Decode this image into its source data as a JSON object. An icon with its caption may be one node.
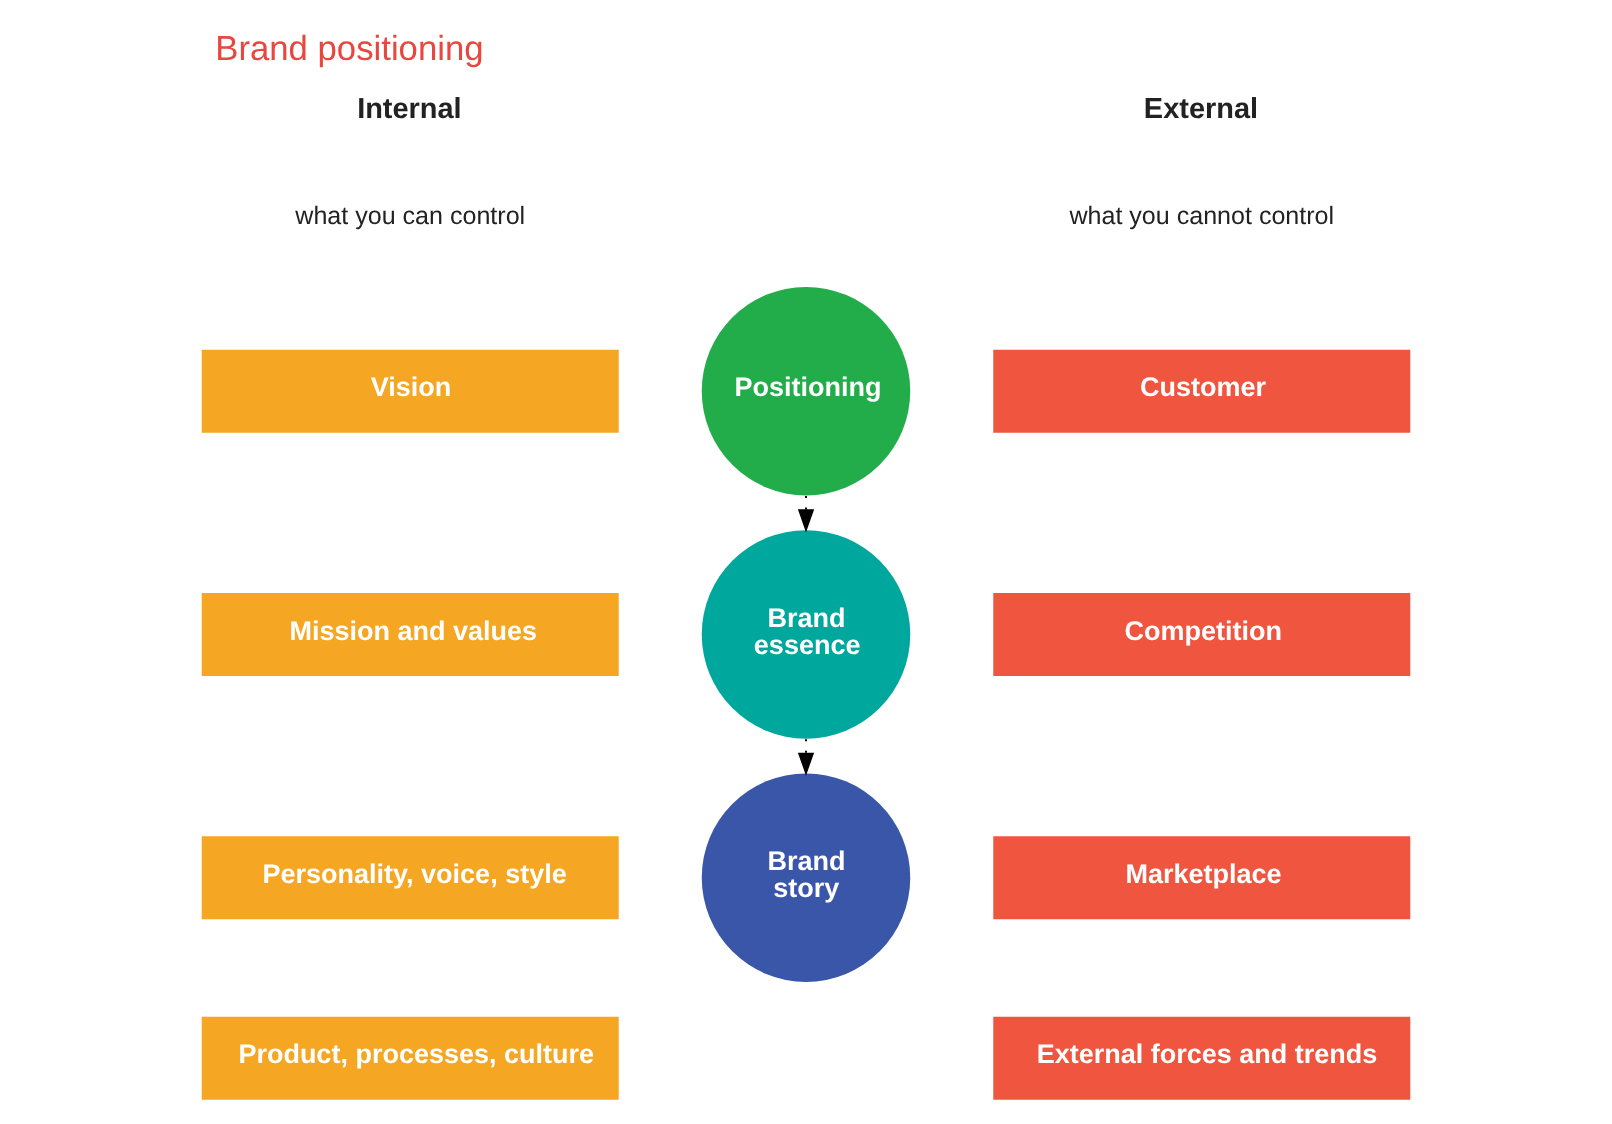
{
  "diagram": {
    "title": "Brand positioning",
    "nodes": [
      {
        "text": [
          "Vision"
        ]
      },
      {
        "text": [
          "Mission and values"
        ]
      },
      {
        "text": [
          "Personality, voice, style"
        ]
      },
      {
        "text": [
          "Product, processes, culture"
        ]
      },
      {
        "text": [
          "Customer"
        ]
      },
      {
        "text": [
          "Competition"
        ]
      },
      {
        "text": [
          "Marketplace"
        ]
      },
      {
        "text": [
          "External forces and trends"
        ]
      },
      {
        "text": [
          "Positioning"
        ]
      },
      {
        "text": [
          "Brand essence"
        ]
      },
      {
        "text": [
          "Brand story"
        ]
      }
    ],
    "edges": [
      {
        "from": 8,
        "to": 9,
        "arrow": "to",
        "style": "dashed"
      },
      {
        "from": 9,
        "to": 10,
        "arrow": "to",
        "style": "dashed"
      }
    ],
    "labels": [
      "Internal",
      "what you can control",
      "External",
      "what you cannot control"
    ]
  }
}
